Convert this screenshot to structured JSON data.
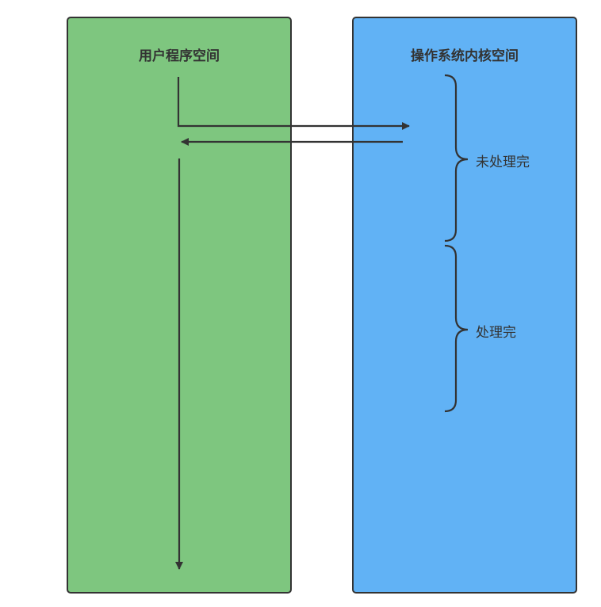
{
  "user_space": {
    "title": "用户程序空间"
  },
  "kernel_space": {
    "title": "操作系统内核空间"
  },
  "braces": {
    "unfinished_label": "未处理完",
    "finished_label": "处理完"
  },
  "colors": {
    "user_space_fill": "#7ec67f",
    "kernel_space_fill": "#61b2f5",
    "stroke": "#333333"
  }
}
